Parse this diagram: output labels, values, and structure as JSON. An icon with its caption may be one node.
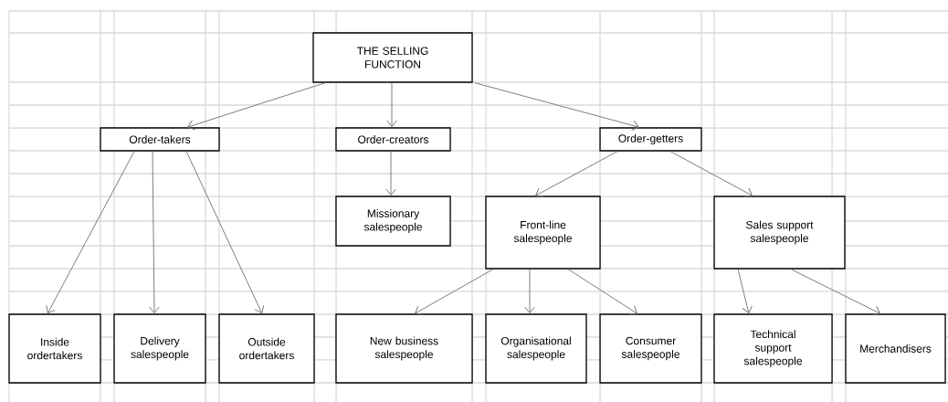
{
  "diagram": {
    "nodes": [
      {
        "text": [
          "THE SELLING FUNCTION"
        ]
      },
      {
        "text": [
          "Order-takers"
        ]
      },
      {
        "text": [
          "Order-creators"
        ]
      },
      {
        "text": [
          "Order-getters"
        ]
      },
      {
        "text": [
          "Missionary salespeople"
        ]
      },
      {
        "text": [
          "Front-line salespeople"
        ]
      },
      {
        "text": [
          "Sales support salespeople"
        ]
      },
      {
        "text": [
          "Inside ordertakers"
        ]
      },
      {
        "text": [
          "Delivery salespeople"
        ]
      },
      {
        "text": [
          "Outside ordertakers"
        ]
      },
      {
        "text": [
          "New business salespeople"
        ]
      },
      {
        "text": [
          "Organisational salespeople"
        ]
      },
      {
        "text": [
          "Consumer salespeople"
        ]
      },
      {
        "text": [
          "Technical support salespeople"
        ]
      },
      {
        "text": [
          "Merchandisers"
        ]
      }
    ],
    "edges": [
      {
        "from": 0,
        "to": 1,
        "arrow": "to"
      },
      {
        "from": 0,
        "to": 2,
        "arrow": "to"
      },
      {
        "from": 0,
        "to": 3,
        "arrow": "to"
      },
      {
        "from": 2,
        "to": 4,
        "arrow": "to"
      },
      {
        "from": 1,
        "to": 7,
        "arrow": "to"
      },
      {
        "from": 1,
        "to": 8,
        "arrow": "to"
      },
      {
        "from": 1,
        "to": 9,
        "arrow": "to"
      },
      {
        "from": 3,
        "to": 5,
        "arrow": "to"
      },
      {
        "from": 3,
        "to": 6,
        "arrow": "to"
      },
      {
        "from": 5,
        "to": 10,
        "arrow": "to"
      },
      {
        "from": 5,
        "to": 11,
        "arrow": "to"
      },
      {
        "from": 5,
        "to": 12,
        "arrow": "to"
      },
      {
        "from": 6,
        "to": 13,
        "arrow": "to"
      },
      {
        "from": 6,
        "to": 14,
        "arrow": "to"
      }
    ]
  }
}
